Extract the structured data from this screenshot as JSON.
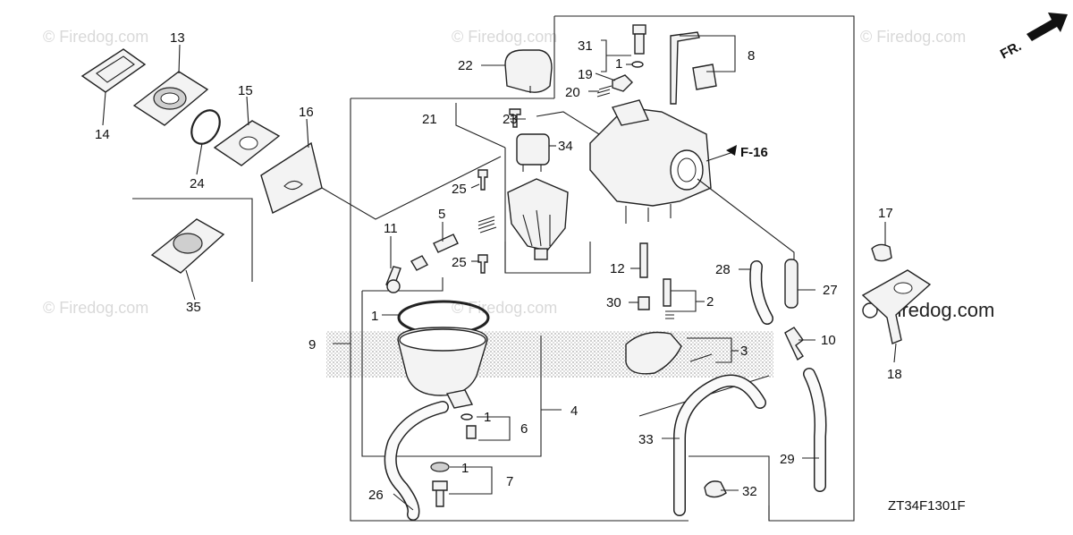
{
  "diagram": {
    "diagram_code": "ZT34F1301F",
    "direction_marker": "FR.",
    "reference_label": "F-16",
    "watermark_text": "© Firedog.com",
    "watermark_text_bold": "Firedog.com",
    "callouts": [
      {
        "id": "c1a",
        "label": "1"
      },
      {
        "id": "c1b",
        "label": "1"
      },
      {
        "id": "c1c",
        "label": "1"
      },
      {
        "id": "c1d",
        "label": "1"
      },
      {
        "id": "c2",
        "label": "2"
      },
      {
        "id": "c3",
        "label": "3"
      },
      {
        "id": "c4",
        "label": "4"
      },
      {
        "id": "c5",
        "label": "5"
      },
      {
        "id": "c6",
        "label": "6"
      },
      {
        "id": "c7",
        "label": "7"
      },
      {
        "id": "c8",
        "label": "8"
      },
      {
        "id": "c9",
        "label": "9"
      },
      {
        "id": "c10",
        "label": "10"
      },
      {
        "id": "c11",
        "label": "11"
      },
      {
        "id": "c12",
        "label": "12"
      },
      {
        "id": "c13",
        "label": "13"
      },
      {
        "id": "c14",
        "label": "14"
      },
      {
        "id": "c15",
        "label": "15"
      },
      {
        "id": "c16",
        "label": "16"
      },
      {
        "id": "c17",
        "label": "17"
      },
      {
        "id": "c18",
        "label": "18"
      },
      {
        "id": "c19",
        "label": "19"
      },
      {
        "id": "c20",
        "label": "20"
      },
      {
        "id": "c21",
        "label": "21"
      },
      {
        "id": "c22",
        "label": "22"
      },
      {
        "id": "c23",
        "label": "23"
      },
      {
        "id": "c24",
        "label": "24"
      },
      {
        "id": "c25a",
        "label": "25"
      },
      {
        "id": "c25b",
        "label": "25"
      },
      {
        "id": "c26",
        "label": "26"
      },
      {
        "id": "c27",
        "label": "27"
      },
      {
        "id": "c28",
        "label": "28"
      },
      {
        "id": "c29",
        "label": "29"
      },
      {
        "id": "c30",
        "label": "30"
      },
      {
        "id": "c31",
        "label": "31"
      },
      {
        "id": "c32",
        "label": "32"
      },
      {
        "id": "c33",
        "label": "33"
      },
      {
        "id": "c34",
        "label": "34"
      },
      {
        "id": "c35",
        "label": "35"
      }
    ]
  }
}
